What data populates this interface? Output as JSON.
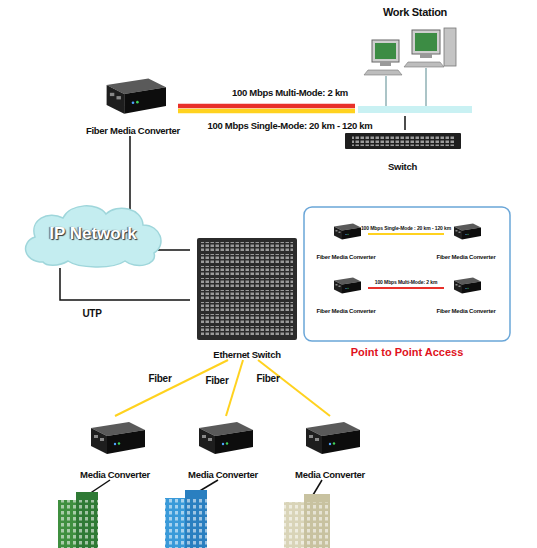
{
  "diagram": {
    "nodes": [
      {
        "text": [
          "Fiber Media Converter"
        ]
      },
      {
        "text": [
          "Work Station"
        ]
      },
      {
        "text": [
          "Switch"
        ]
      },
      {
        "text": [
          "IP Network"
        ]
      },
      {
        "text": [
          "Ethernet Switch"
        ]
      },
      {
        "text": [
          "Media Converter"
        ]
      },
      {
        "text": [
          "Media Converter"
        ]
      },
      {
        "text": [
          "Media Converter"
        ]
      },
      {
        "text": [
          "Point to Point Access"
        ]
      },
      {
        "text": [
          "Fiber Media Converter"
        ],
        "in": 8
      },
      {
        "text": [
          "Fiber Media Converter"
        ],
        "in": 8
      },
      {
        "text": [
          "Fiber Media Converter"
        ],
        "in": 8
      },
      {
        "text": [
          "Fiber Media Converter"
        ],
        "in": 8
      }
    ],
    "edges": [
      {
        "from": 0,
        "to": 1,
        "label": "100 Mbps Multi-Mode: 2 km",
        "arrow": "none"
      },
      {
        "from": 0,
        "to": 1,
        "label": "100 Mbps Single-Mode: 20 km - 120 km",
        "arrow": "none"
      },
      {
        "from": 1,
        "to": 2,
        "arrow": "none"
      },
      {
        "from": 0,
        "to": 4,
        "arrow": "none"
      },
      {
        "from": 3,
        "to": 4,
        "label": "UTP",
        "arrow": "none"
      },
      {
        "from": 4,
        "to": 5,
        "label": "Fiber",
        "arrow": "none"
      },
      {
        "from": 4,
        "to": 6,
        "label": "Fiber",
        "arrow": "none"
      },
      {
        "from": 4,
        "to": 7,
        "label": "Fiber",
        "arrow": "none"
      },
      {
        "from": 9,
        "to": 10,
        "label": "100 Mbps Single-Mode : 20 km - 120 km",
        "arrow": "none"
      },
      {
        "from": 11,
        "to": 12,
        "label": "100 Mbps Multi-Mode: 2 km",
        "arrow": "none"
      }
    ]
  }
}
